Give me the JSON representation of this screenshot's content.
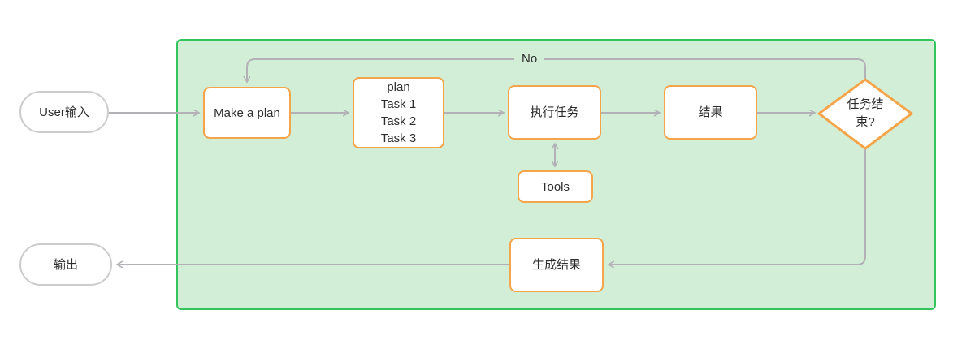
{
  "diagram": {
    "edge_labels": {
      "no": "No"
    },
    "nodes": {
      "user_input": {
        "label": "User输入"
      },
      "make_a_plan": {
        "label": "Make a plan"
      },
      "plan_tasks": {
        "lines": [
          "plan",
          "Task 1",
          "Task 2",
          "Task 3"
        ]
      },
      "execute_task": {
        "label": "执行任务"
      },
      "result": {
        "label": "结果"
      },
      "task_done": {
        "label": "任务结束?"
      },
      "tools": {
        "label": "Tools"
      },
      "generate_result": {
        "label": "生成结果"
      },
      "output": {
        "label": "输出"
      }
    },
    "colors": {
      "container_border": "#35c45c",
      "container_fill": "#d2eed6",
      "node_border": "#f6a44a",
      "node_fill": "#ffffff",
      "terminal_border": "#cccccc",
      "connector": "#b2b2b6",
      "text": "#2d2d2d"
    }
  }
}
